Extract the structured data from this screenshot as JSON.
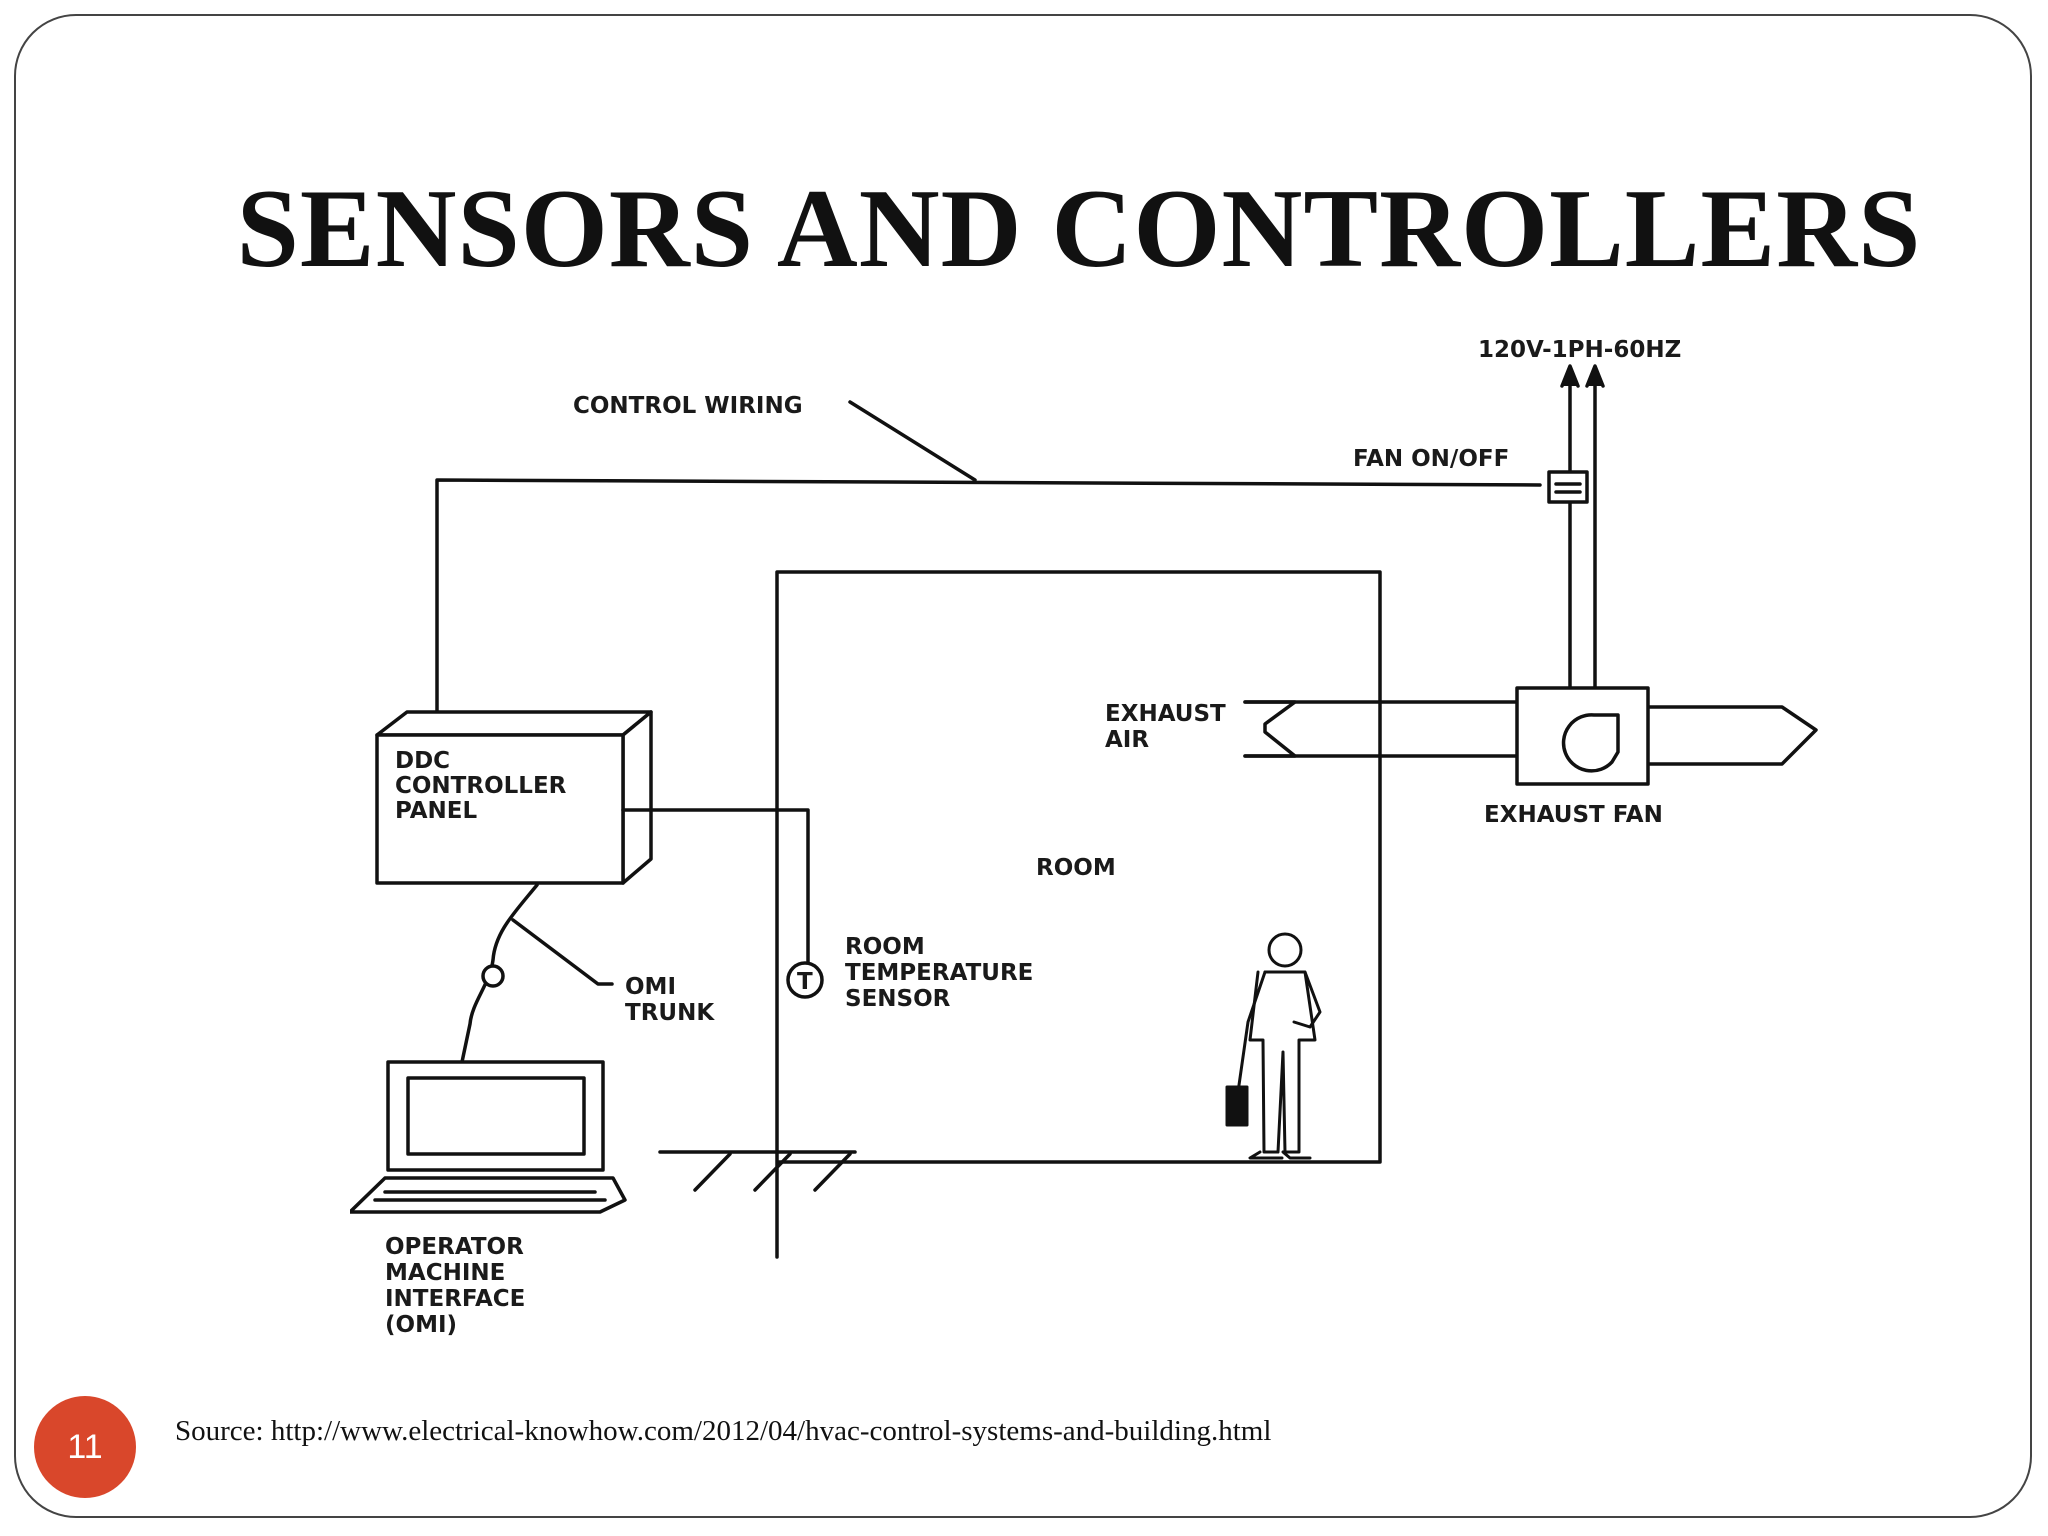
{
  "slide": {
    "title": "SENSORS AND CONTROLLERS",
    "page_number": "11",
    "source": "Source: http://www.electrical-knowhow.com/2012/04/hvac-control-systems-and-building.html",
    "accent_color": "#d9472b"
  },
  "diagram": {
    "labels": {
      "power_supply": "120V-1PH-60HZ",
      "control_wiring": "CONTROL WIRING",
      "fan_switch": "FAN ON/OFF",
      "exhaust_air": [
        "EXHAUST",
        "AIR"
      ],
      "exhaust_fan": "EXHAUST FAN",
      "ddc_panel": [
        "DDC",
        "CONTROLLER",
        "PANEL"
      ],
      "room": "ROOM",
      "room_sensor": [
        "ROOM",
        "TEMPERATURE",
        "SENSOR"
      ],
      "sensor_symbol": "T",
      "omi_trunk": [
        "OMI",
        "TRUNK"
      ],
      "omi": [
        "OPERATOR",
        "MACHINE",
        "INTERFACE",
        "(OMI)"
      ]
    }
  }
}
